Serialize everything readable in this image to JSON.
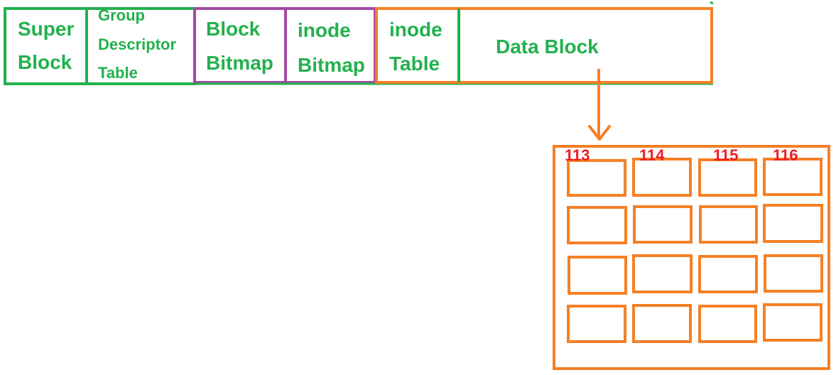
{
  "strip": {
    "super_block": [
      "Super",
      "Block"
    ],
    "group_descriptor_table": [
      "Group",
      "Descriptor",
      "Table"
    ],
    "block_bitmap": [
      "Block",
      "Bitmap"
    ],
    "inode_bitmap": [
      "inode",
      "Bitmap"
    ],
    "inode_table": [
      "inode",
      "Table"
    ],
    "data_block": "Data Block"
  },
  "block_numbers": [
    "113",
    "114",
    "115",
    "116"
  ],
  "colors": {
    "green": "#22b14c",
    "purple": "#a349a4",
    "orange": "#f58025",
    "red": "#ed1c24"
  }
}
